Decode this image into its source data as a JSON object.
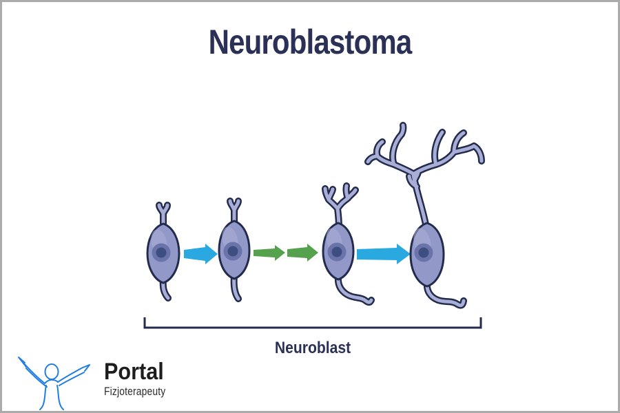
{
  "title": "Neuroblastoma",
  "diagram": {
    "bracket_label": "Neuroblast",
    "stages": [
      {
        "icon": "neuroblast-cell-stage-1-icon"
      },
      {
        "icon": "neuroblast-cell-stage-2-icon"
      },
      {
        "icon": "neuroblast-cell-stage-3-icon"
      },
      {
        "icon": "neuroblast-cell-stage-4-icon"
      }
    ],
    "arrow_icons": [
      {
        "icon": "progression-arrow-1-icon",
        "color": "#29a9e0"
      },
      {
        "icon": "progression-arrow-2-icon",
        "color": "#55a14e"
      },
      {
        "icon": "progression-arrow-3-icon",
        "color": "#55a14e"
      },
      {
        "icon": "progression-arrow-4-icon",
        "color": "#29a9e0"
      }
    ]
  },
  "logo": {
    "brand": "Portal",
    "brand_subtitle": "Fizjoterapeuty",
    "figure_icon": "person-raised-arms-icon"
  },
  "colors": {
    "title_navy": "#2b3156",
    "cell_fill": "#9299c8",
    "cell_fill_light": "#a9aed6",
    "cell_outline": "#232b4d",
    "nucleus_outer": "#6a74ab",
    "nucleus_inner": "#3f4e80",
    "arrow_blue": "#29a9e0",
    "arrow_green": "#55a14e",
    "bracket": "#232b4d",
    "logo_blue": "#1f7de5",
    "logo_text": "#1d1d1d",
    "logo_subtext": "#2b2b2b",
    "frame_border": "#ababab"
  }
}
